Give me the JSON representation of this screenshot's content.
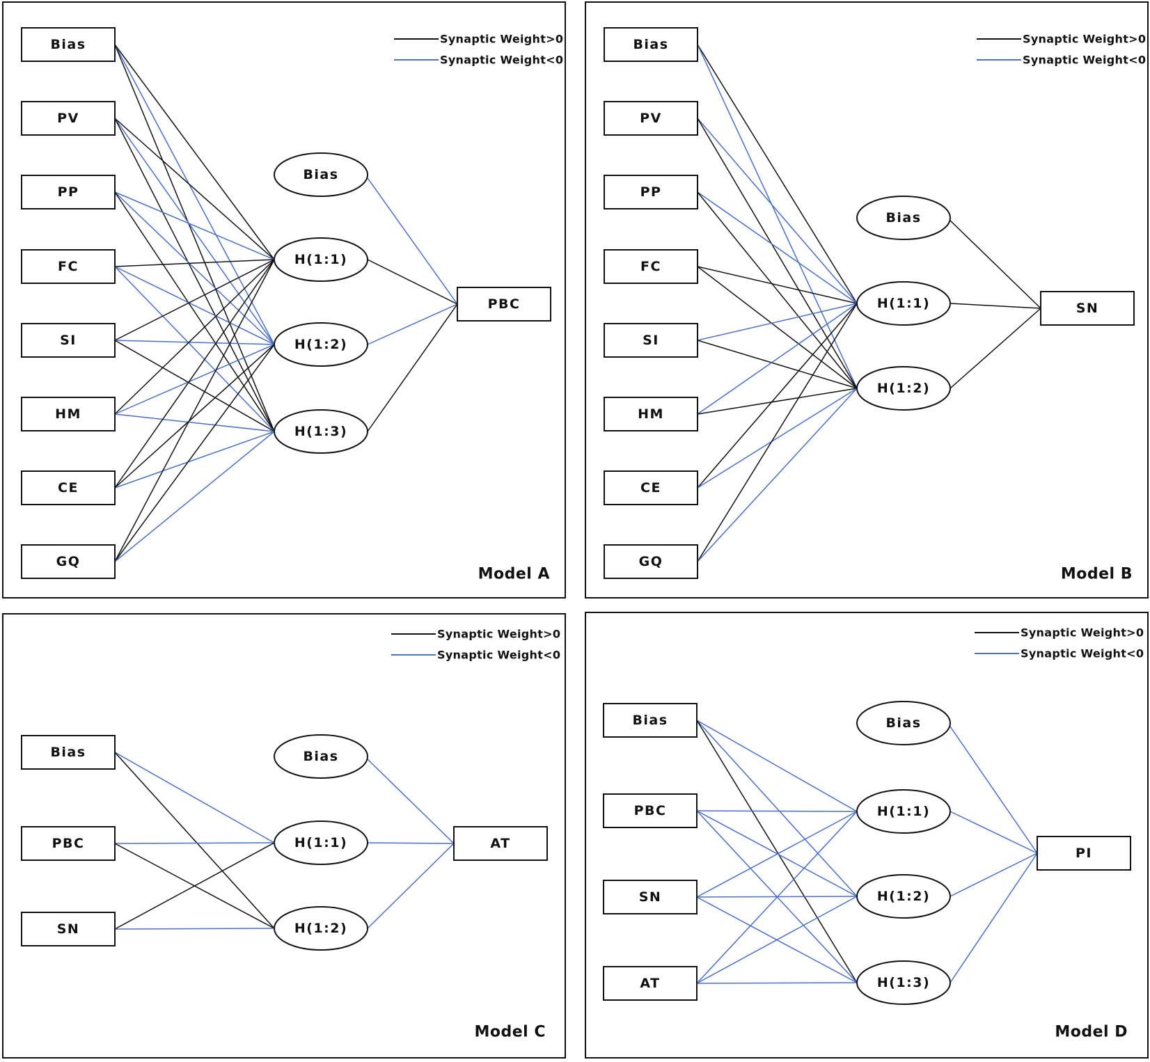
{
  "colors": {
    "positive": "#111111",
    "negative": "#4a6fc9"
  },
  "legend": {
    "positive_label": "Synaptic Weight>0",
    "negative_label": "Synaptic Weight<0"
  },
  "panels": [
    {
      "label": "Model A",
      "inputs": [
        "Bias",
        "PV",
        "PP",
        "FC",
        "SI",
        "HM",
        "CE",
        "GQ"
      ],
      "hidden_bias": "Bias",
      "hidden": [
        "H(1:1)",
        "H(1:2)",
        "H(1:3)"
      ],
      "output": "PBC",
      "input_to_hidden_signs": [
        [
          1,
          -1,
          1
        ],
        [
          1,
          -1,
          1
        ],
        [
          -1,
          -1,
          1
        ],
        [
          1,
          -1,
          -1
        ],
        [
          1,
          -1,
          1
        ],
        [
          1,
          -1,
          -1
        ],
        [
          1,
          1,
          -1
        ],
        [
          1,
          1,
          -1
        ]
      ],
      "hidden_bias_to_output_sign": -1,
      "hidden_to_output_signs": [
        1,
        -1,
        1
      ]
    },
    {
      "label": "Model B",
      "inputs": [
        "Bias",
        "PV",
        "PP",
        "FC",
        "SI",
        "HM",
        "CE",
        "GQ"
      ],
      "hidden_bias": "Bias",
      "hidden": [
        "H(1:1)",
        "H(1:2)"
      ],
      "output": "SN",
      "input_to_hidden_signs": [
        [
          1,
          -1
        ],
        [
          -1,
          1
        ],
        [
          -1,
          1
        ],
        [
          1,
          1
        ],
        [
          -1,
          1
        ],
        [
          -1,
          1
        ],
        [
          1,
          -1
        ],
        [
          1,
          -1
        ]
      ],
      "hidden_bias_to_output_sign": 1,
      "hidden_to_output_signs": [
        1,
        1
      ]
    },
    {
      "label": "Model C",
      "inputs": [
        "Bias",
        "PBC",
        "SN"
      ],
      "hidden_bias": "Bias",
      "hidden": [
        "H(1:1)",
        "H(1:2)"
      ],
      "output": "AT",
      "input_to_hidden_signs": [
        [
          -1,
          1
        ],
        [
          -1,
          1
        ],
        [
          1,
          -1
        ]
      ],
      "hidden_bias_to_output_sign": -1,
      "hidden_to_output_signs": [
        -1,
        -1
      ]
    },
    {
      "label": "Model D",
      "inputs": [
        "Bias",
        "PBC",
        "SN",
        "AT"
      ],
      "hidden_bias": "Bias",
      "hidden": [
        "H(1:1)",
        "H(1:2)",
        "H(1:3)"
      ],
      "output": "PI",
      "input_to_hidden_signs": [
        [
          -1,
          -1,
          1
        ],
        [
          -1,
          -1,
          -1
        ],
        [
          -1,
          -1,
          -1
        ],
        [
          -1,
          -1,
          -1
        ]
      ],
      "hidden_bias_to_output_sign": -1,
      "hidden_to_output_signs": [
        -1,
        -1,
        -1
      ]
    }
  ]
}
